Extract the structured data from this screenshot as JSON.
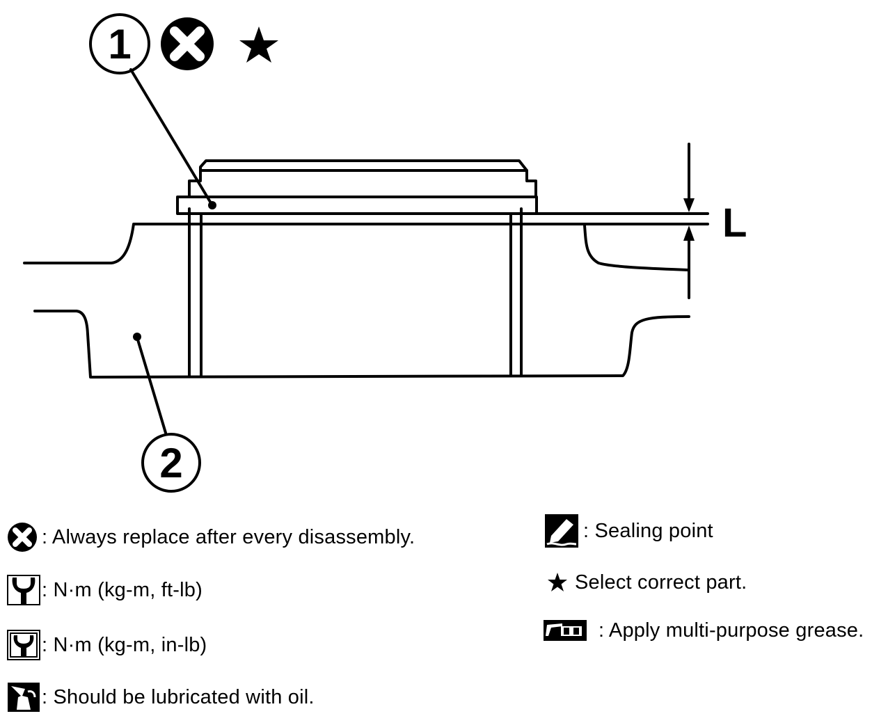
{
  "diagram": {
    "callouts": [
      {
        "number": "1"
      },
      {
        "number": "2"
      }
    ],
    "dimension_label": "L",
    "part1_symbols": [
      "replace-icon",
      "star-icon"
    ]
  },
  "legend": {
    "left": [
      {
        "icon": "replace-icon",
        "text": ": Always replace after every disassembly."
      },
      {
        "icon": "torque-wrench-icon",
        "text": ": N·m (kg-m, ft-lb)"
      },
      {
        "icon": "torque-wrench-small-icon",
        "text": ": N·m (kg-m, in-lb)"
      },
      {
        "icon": "oil-can-icon",
        "text": ": Should be lubricated with oil."
      }
    ],
    "right": [
      {
        "icon": "sealant-icon",
        "text": ": Sealing point"
      },
      {
        "icon": "star-icon",
        "text": "Select correct part."
      },
      {
        "icon": "grease-gun-icon",
        "text": ": Apply multi-purpose grease."
      }
    ]
  },
  "colors": {
    "ink": "#000000",
    "background": "#ffffff"
  }
}
